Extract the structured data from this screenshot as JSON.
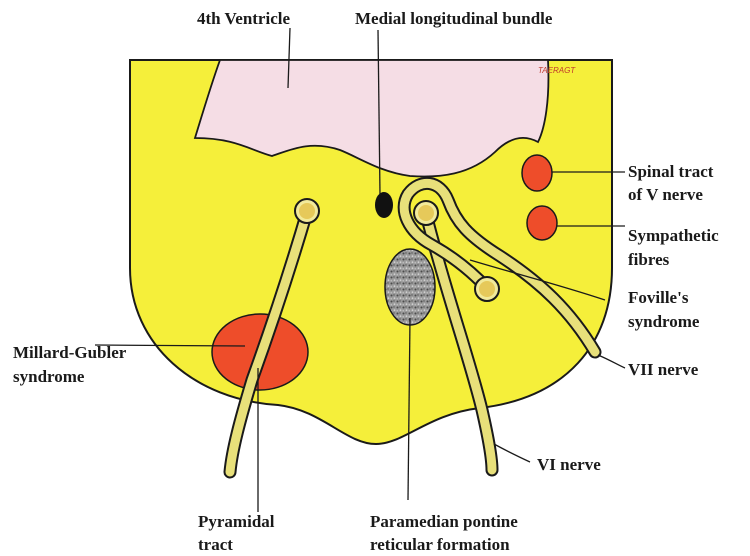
{
  "colors": {
    "pons_fill": "#f5ef3a",
    "ventricle_fill": "#f5dde5",
    "lesion_red": "#ee4d2a",
    "tract_yellow": "#e8e07a",
    "nucleus_fill": "#e6c95a",
    "reticular_gray": "#8a8a8a",
    "outline": "#1a1a1a"
  },
  "credit": "TAERAGT",
  "labels": {
    "fourth_ventricle": "4th Ventricle",
    "mlf": "Medial longitudinal bundle",
    "spinal_tract_1": "Spinal tract",
    "spinal_tract_2": "of V nerve",
    "sympathetic_1": "Sympathetic",
    "sympathetic_2": "fibres",
    "foville_1": "Foville's",
    "foville_2": "syndrome",
    "vii_nerve": "VII nerve",
    "millard_1": "Millard-Gubler",
    "millard_2": "syndrome",
    "vi_nerve": "VI nerve",
    "pyramidal_1": "Pyramidal",
    "pyramidal_2": "tract",
    "ppr_1": "Paramedian pontine",
    "ppr_2": "reticular formation"
  }
}
